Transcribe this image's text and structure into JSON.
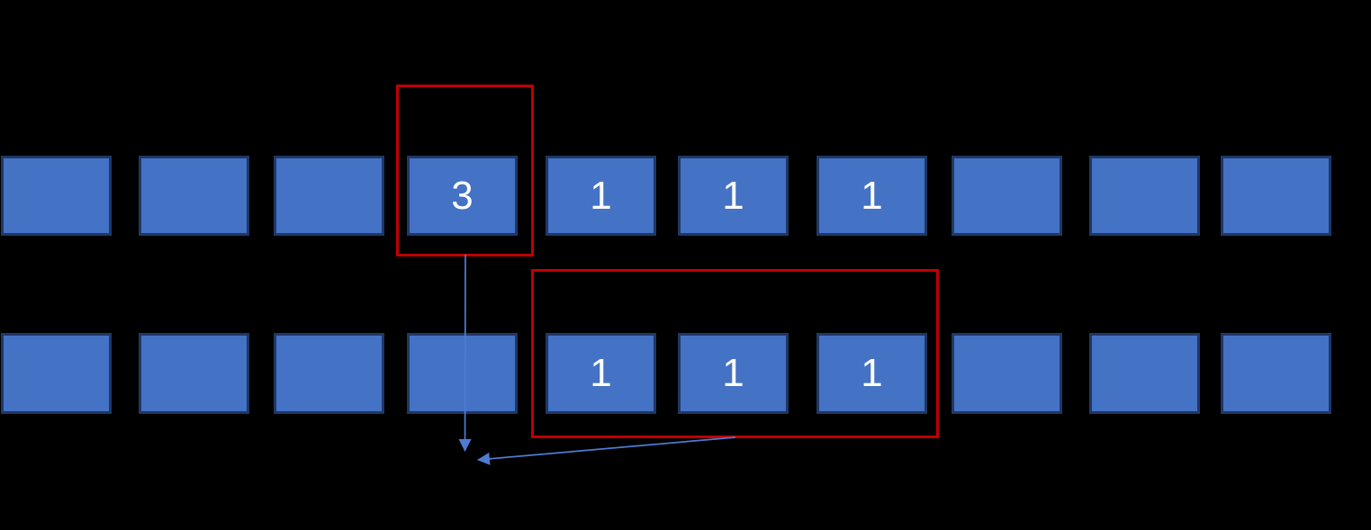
{
  "diagram": {
    "background": "#000000",
    "colors": {
      "cell_fill": "#4472C4",
      "cell_border": "#1F3864",
      "cell_text": "#FFFFFF",
      "highlight": "#C00000",
      "connector": "#4E7BD0"
    },
    "rows": [
      {
        "name": "top-row",
        "cells": [
          "",
          "",
          "",
          "3",
          "1",
          "1",
          "1",
          "",
          "",
          ""
        ]
      },
      {
        "name": "bottom-row",
        "cells": [
          "",
          "",
          "",
          "",
          "1",
          "1",
          "1",
          "",
          "",
          ""
        ]
      }
    ]
  }
}
